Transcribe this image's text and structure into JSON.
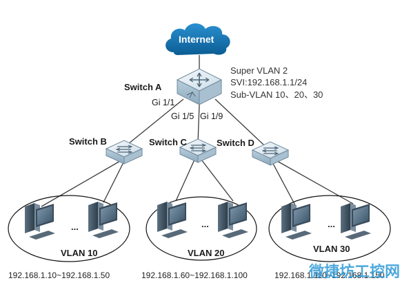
{
  "cloud": {
    "label": "Internet"
  },
  "switch_a": {
    "label": "Switch A"
  },
  "switch_b": {
    "label": "Switch B"
  },
  "switch_c": {
    "label": "Switch C"
  },
  "switch_d": {
    "label": "Switch D"
  },
  "info": {
    "line1": "Super VLAN 2",
    "line2": "SVI:192.168.1.1/24",
    "line3": "Sub-VLAN 10、20、30"
  },
  "ports": {
    "gi1_1": "Gi 1/1",
    "gi1_5": "Gi 1/5",
    "gi1_9": "Gi 1/9"
  },
  "vlans": [
    {
      "label": "VLAN 10",
      "range": "192.168.1.10~192.168.1.50"
    },
    {
      "label": "VLAN 20",
      "range": "192.168.1.60~192.168.1.100"
    },
    {
      "label": "VLAN 30",
      "range": "192.168.1.110~192.168.1.150"
    }
  ],
  "ellipsis": "...",
  "watermark": "微捷坊工控网",
  "colors": {
    "cloud": "#0e6ea8",
    "switch_body": "#c8dae6",
    "switch_top": "#e9f1f6",
    "link": "#3a3a3a",
    "watermark": "#2f9bd6"
  }
}
